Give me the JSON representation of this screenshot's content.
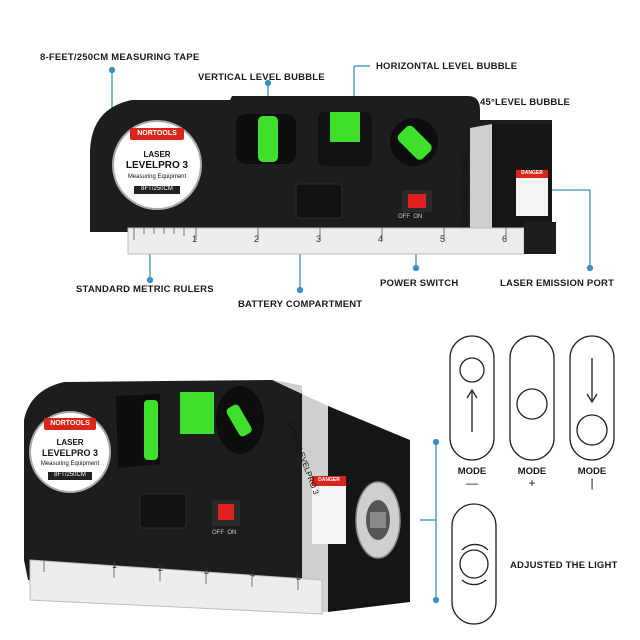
{
  "labels": {
    "tape": "8-FEET/250CM MEASURING TAPE",
    "vertical_bubble": "VERTICAL LEVEL BUBBLE",
    "horizontal_bubble": "HORIZONTAL LEVEL BUBBLE",
    "deg45_bubble": "45°LEVEL BUBBLE",
    "metric_rulers": "STANDARD METRIC RULERS",
    "battery": "BATTERY COMPARTMENT",
    "power": "POWER SWITCH",
    "laser_port": "LASER EMISSION PORT",
    "adjusted": "ADJUSTED THE LIGHT"
  },
  "product": {
    "brand": "NORTOOLS",
    "line1": "LASER",
    "line2": "LEVELPRO 3",
    "line3": "Measuring Equipment",
    "tape_spec": "8FT/250CM",
    "side_text_1": "LASER",
    "side_text_2": "LEVELPRO 3",
    "warning": "DANGER",
    "switch_text": "OFF  ON"
  },
  "ruler_numbers": [
    "1",
    "2",
    "3",
    "4",
    "5",
    "6"
  ],
  "modes": [
    {
      "label": "MODE",
      "symbol": "—"
    },
    {
      "label": "MODE",
      "symbol": "+"
    },
    {
      "label": "MODE",
      "symbol": "|"
    }
  ],
  "colors": {
    "body": "#1c1c1c",
    "bubble": "#3fe02c",
    "switch": "#e02020",
    "accent_red": "#d8261c",
    "line": "#3a8fc4"
  }
}
